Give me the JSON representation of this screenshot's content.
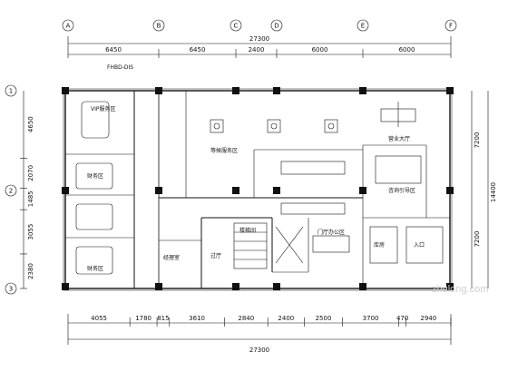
{
  "drawing": {
    "overall_width": "27300",
    "overall_height": "14400",
    "top_dims": [
      "6450",
      "6450",
      "2400",
      "6000",
      "6000"
    ],
    "bottom_dims": [
      "4055",
      "1780",
      "815",
      "3610",
      "2840",
      "2400",
      "2500",
      "3700",
      "470",
      "2940"
    ],
    "left_dims": [
      "4650",
      "2070",
      "1485",
      "3055",
      "2380"
    ],
    "right_dims": [
      "7200",
      "7200"
    ],
    "axis_columns": [
      "A",
      "B",
      "C",
      "D",
      "E",
      "F"
    ],
    "axis_rows": [
      "1",
      "2",
      "3"
    ],
    "pipe_label": "FHBD-DIS",
    "rooms": {
      "vip": "VIP服务区",
      "waiting": "等候服务区",
      "hall": "营业大厅",
      "guide": "咨询引导区",
      "office": "门厅办公区",
      "stair": "楼梯间",
      "lobby": "过厅",
      "finance1": "财务区",
      "finance2": "财务区",
      "manager": "经理室",
      "storage": "库房",
      "entry": "入口"
    },
    "watermark": "zhulong.com"
  },
  "colors": {
    "line": "#111111",
    "background": "#ffffff",
    "watermark": "#d0d0d0"
  }
}
